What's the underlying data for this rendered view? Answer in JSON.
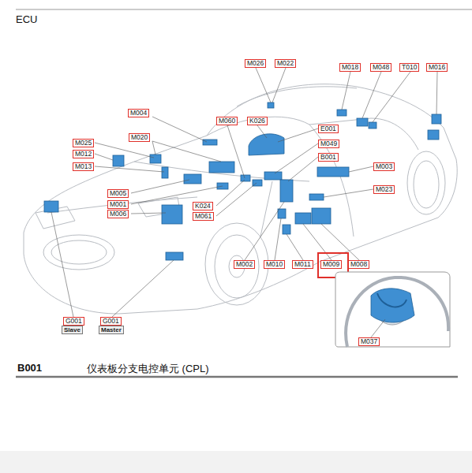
{
  "diagram": {
    "title": "ECU",
    "labels": [
      "M026",
      "M022",
      "M018",
      "M048",
      "T010",
      "M016",
      "M004",
      "M060",
      "K026",
      "E001",
      "M020",
      "M049",
      "M025",
      "B001",
      "M012",
      "M003",
      "M013",
      "M023",
      "M005",
      "M001",
      "M006",
      "K024",
      "M061",
      "M002",
      "M010",
      "M011",
      "M009",
      "M008",
      "M037",
      "G001",
      "Slave",
      "G001",
      "Master",
      "B001",
      "仪表板分支电控单元 (CPL)"
    ]
  }
}
